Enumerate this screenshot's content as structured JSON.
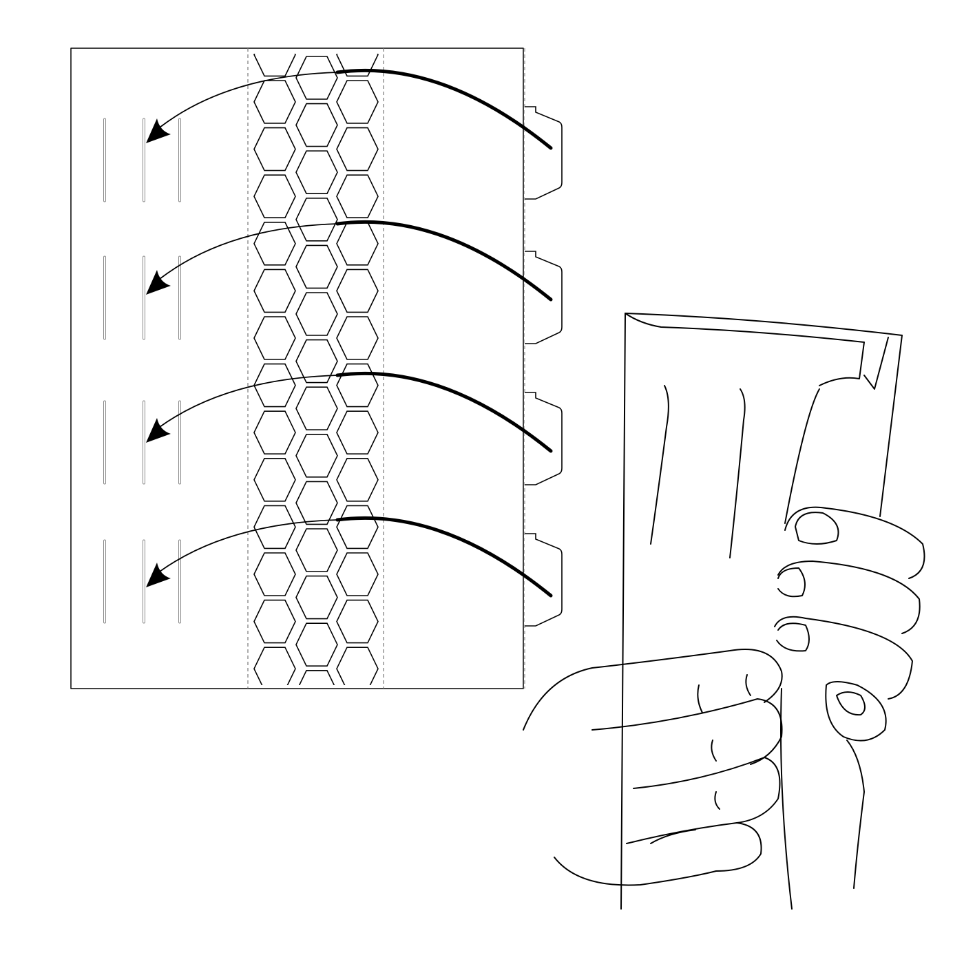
{
  "diagram": {
    "colors": {
      "line": "#000000",
      "background": "#ffffff",
      "dashed": "#777777",
      "slit": "#888888"
    },
    "tab_count": 4,
    "slit_rows": 4,
    "slits_per_row": 3,
    "hex_columns": 3
  }
}
